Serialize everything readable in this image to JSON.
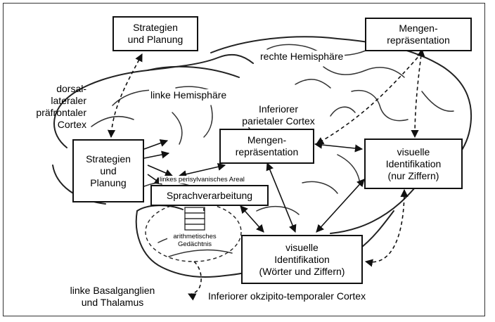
{
  "boxes": {
    "strategy_top": "Strategien\nund Planung",
    "quantity_top": "Mengen-\nrepräsentation",
    "strategy_left": "Strategien\nund\nPlanung",
    "quantity_center": "Mengen-\nrepräsentation",
    "visual_digits": "visuelle\nIdentifikation\n(nur Ziffern)",
    "language": "Sprachverarbeitung",
    "visual_words": "visuelle\nIdentifikation\n(Wörter und Ziffern)"
  },
  "labels": {
    "right_hemisphere": "rechte Hemisphäre",
    "left_hemisphere": "linke Hemisphäre",
    "dlpfc": "dorsal-\nlateraler\npräfrontaler\nCortex",
    "parietal": "Inferiorer\nparietaler Cortex",
    "perisylvian": "linkes perisylvanisches Areal",
    "arithmetic_memory": "arithmetisches\nGedächtnis",
    "basal_ganglia": "linke Basalganglien\nund Thalamus",
    "occipito_temporal": "Inferiorer okzipito-temporaler Cortex"
  }
}
